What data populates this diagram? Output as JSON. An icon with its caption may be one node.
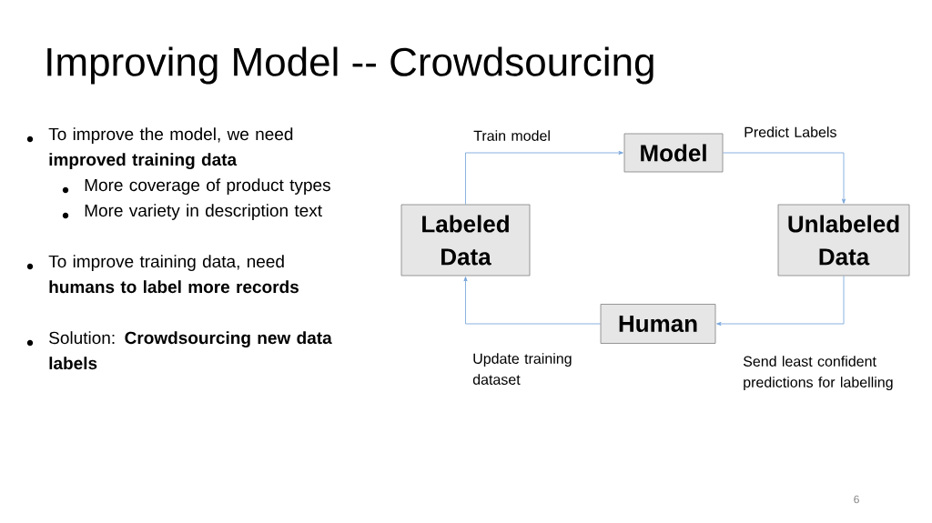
{
  "diagram": {
    "title": "Improving Model -- Crowdsourcing",
    "nodes": [
      {
        "text": [
          "Model"
        ]
      },
      {
        "text": [
          "Labeled Data"
        ]
      },
      {
        "text": [
          "Unlabeled Data"
        ]
      },
      {
        "text": [
          "Human"
        ]
      }
    ],
    "edges": [
      {
        "from": 1,
        "to": 0,
        "arrow": "to",
        "label": "Train model"
      },
      {
        "from": 0,
        "to": 2,
        "arrow": "to",
        "label": "Predict Labels"
      },
      {
        "from": 2,
        "to": 3,
        "arrow": "to",
        "label": "Send least confident predictions for labelling"
      },
      {
        "from": 3,
        "to": 1,
        "arrow": "to",
        "label": "Update training dataset"
      }
    ],
    "labels": [
      "To improve the model, we need **improved training data**",
      "More coverage of product types",
      "More variety in description text",
      "To improve training data, need **humans to label more records**",
      "Solution: **Crowdsourcing new data labels**",
      "6"
    ]
  }
}
